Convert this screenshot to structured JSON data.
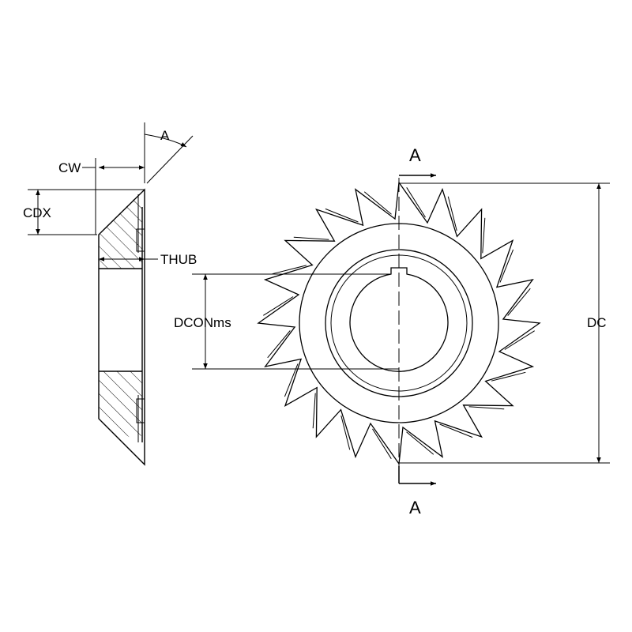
{
  "labels": {
    "angle": "A",
    "cw": "CW",
    "cdx": "CDX",
    "thub": "THUB",
    "dcon": "DCONms",
    "dc": "DC",
    "section_top": "A",
    "section_bottom": "A"
  },
  "teeth": 20,
  "colors": {
    "line": "#000000",
    "background": "#ffffff"
  }
}
